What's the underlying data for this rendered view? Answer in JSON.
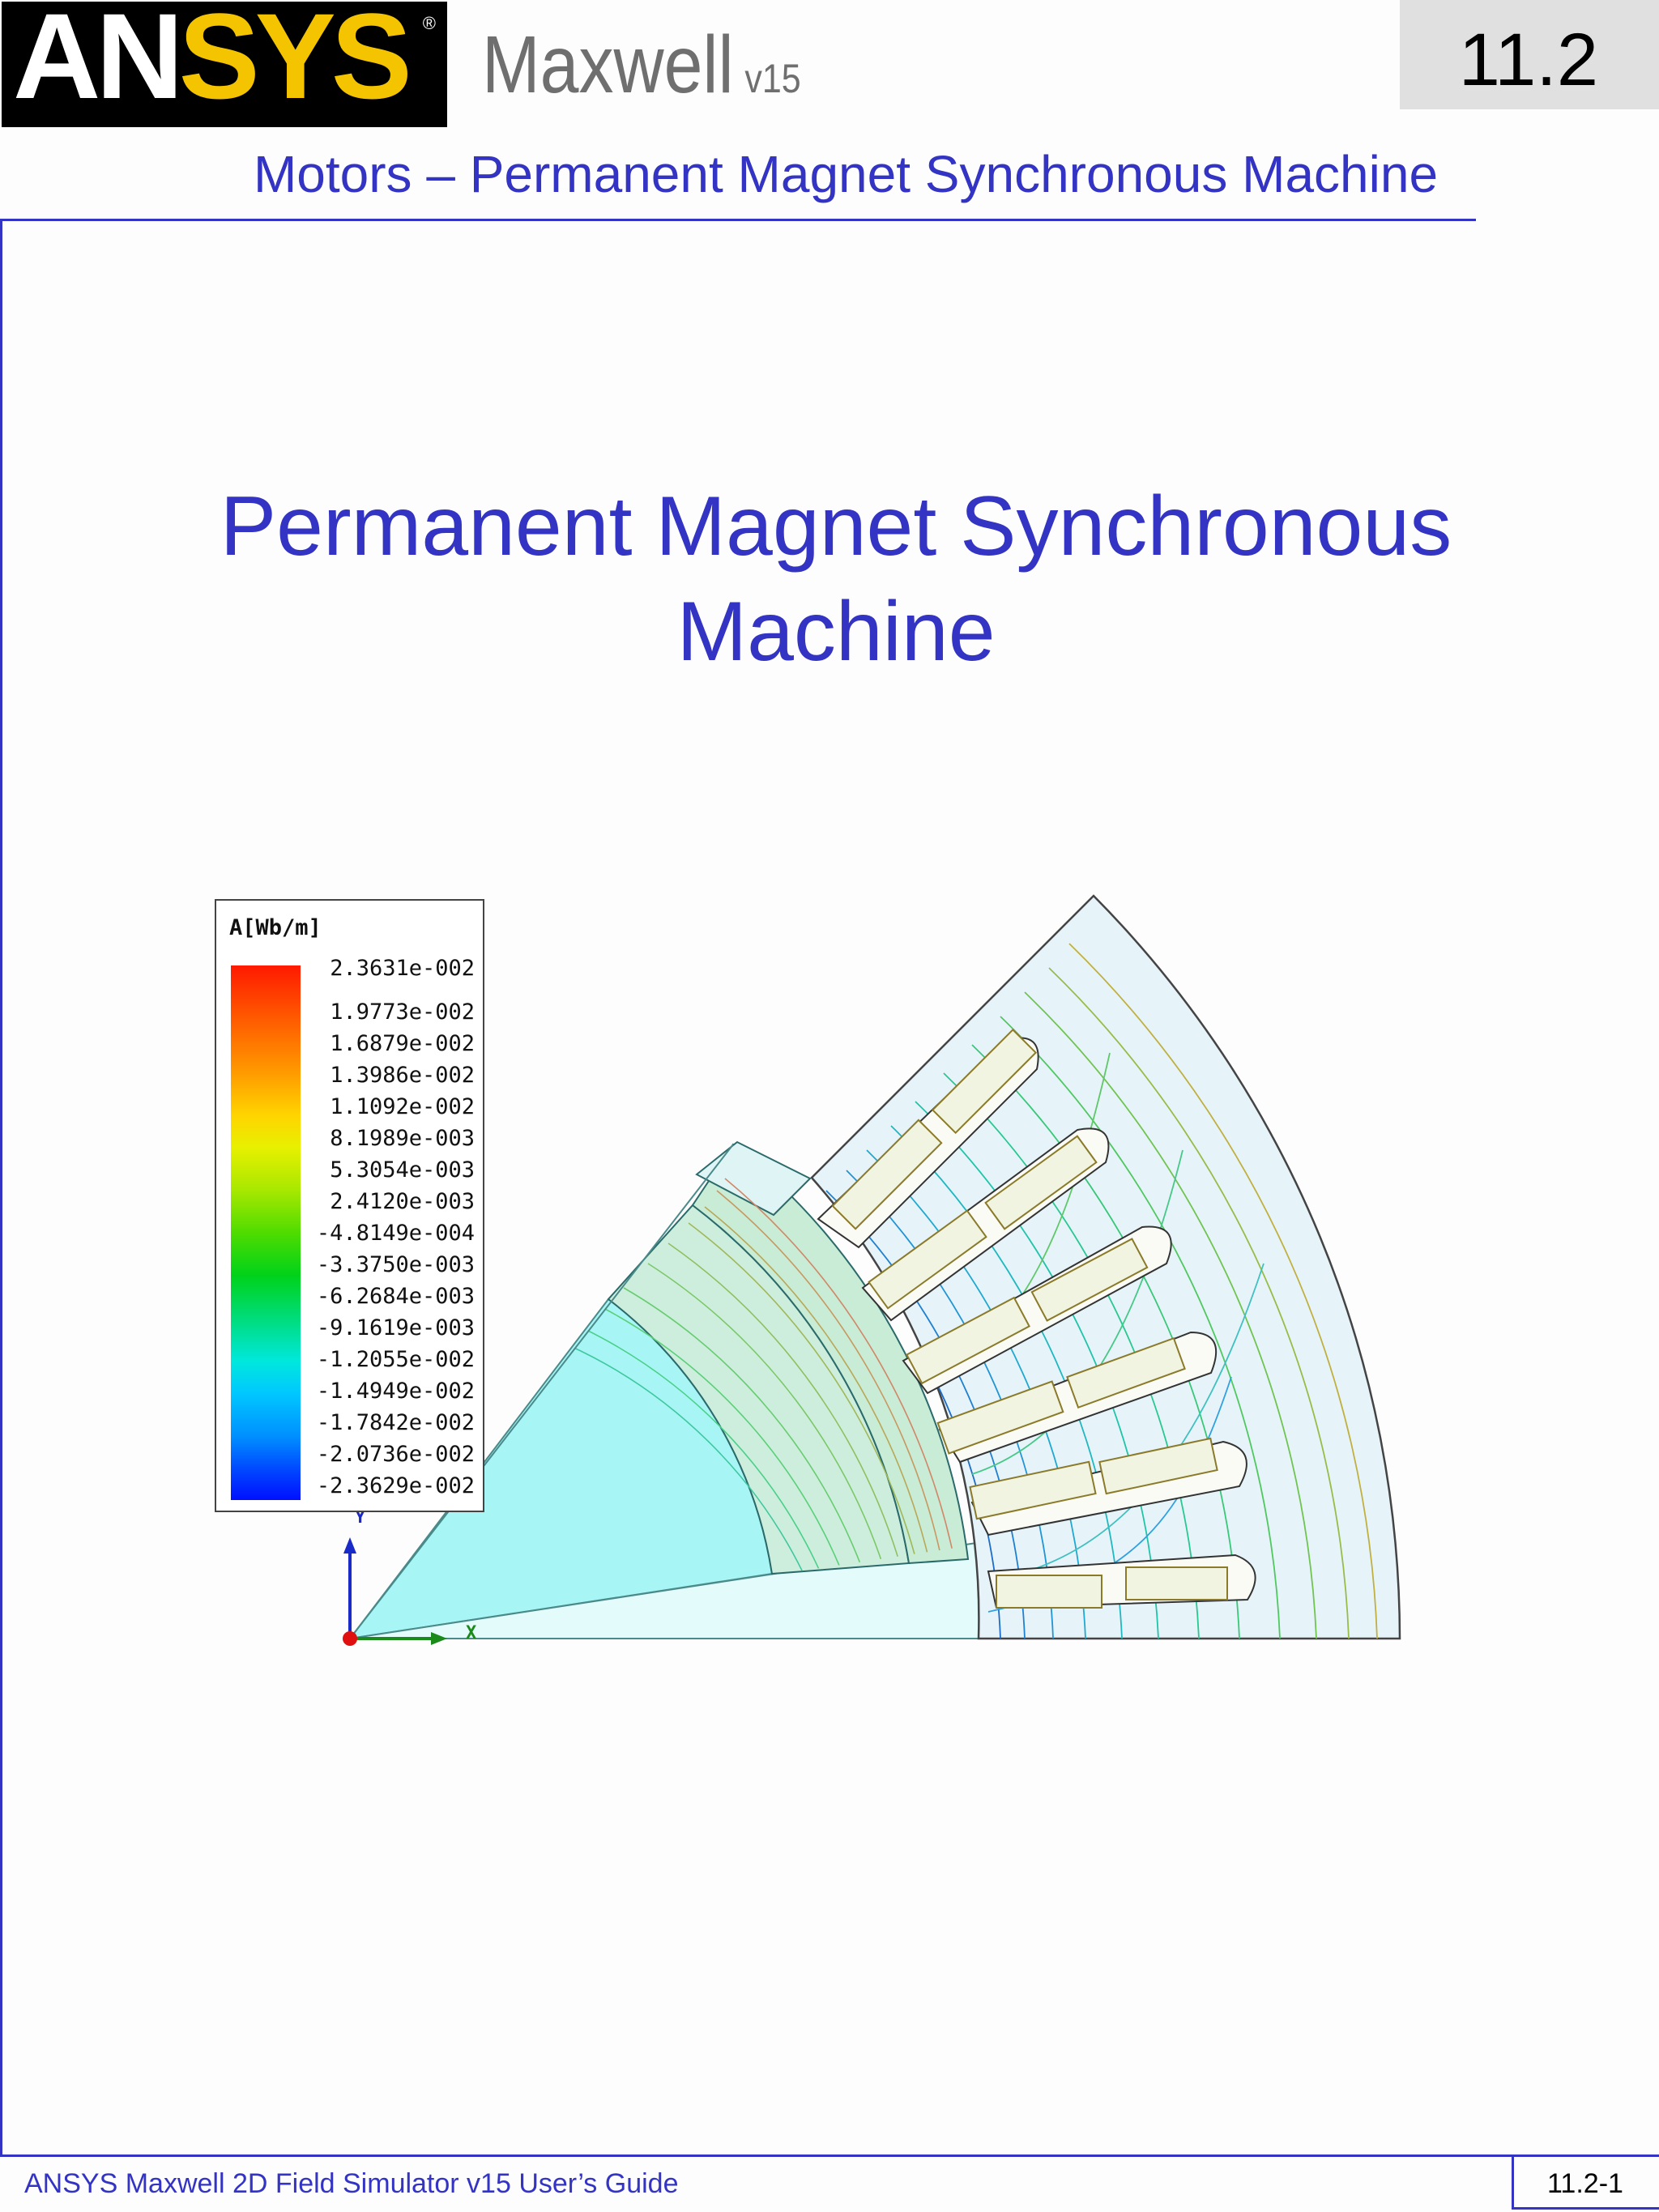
{
  "header": {
    "logo": {
      "part1": "AN",
      "part2": "SYS",
      "registered": "®"
    },
    "product": "Maxwell",
    "version": "v15",
    "chapter": "11.2"
  },
  "subtitle": "Motors – Permanent Magnet Synchronous Machine",
  "title": {
    "line1": "Permanent Magnet Synchronous",
    "line2": "Machine"
  },
  "legend": {
    "title": "A[Wb/m]",
    "values": [
      "2.3631e-002",
      "1.9773e-002",
      "1.6879e-002",
      "1.3986e-002",
      "1.1092e-002",
      "8.1989e-003",
      "5.3054e-003",
      "2.4120e-003",
      "-4.8149e-004",
      "-3.3750e-003",
      "-6.2684e-003",
      "-9.1619e-003",
      "-1.2055e-002",
      "-1.4949e-002",
      "-1.7842e-002",
      "-2.0736e-002",
      "-2.3629e-002"
    ]
  },
  "axes": {
    "y": "Y",
    "x": "X"
  },
  "footer": {
    "text": "ANSYS Maxwell 2D Field Simulator v15 User’s Guide",
    "page": "11.2-1"
  }
}
